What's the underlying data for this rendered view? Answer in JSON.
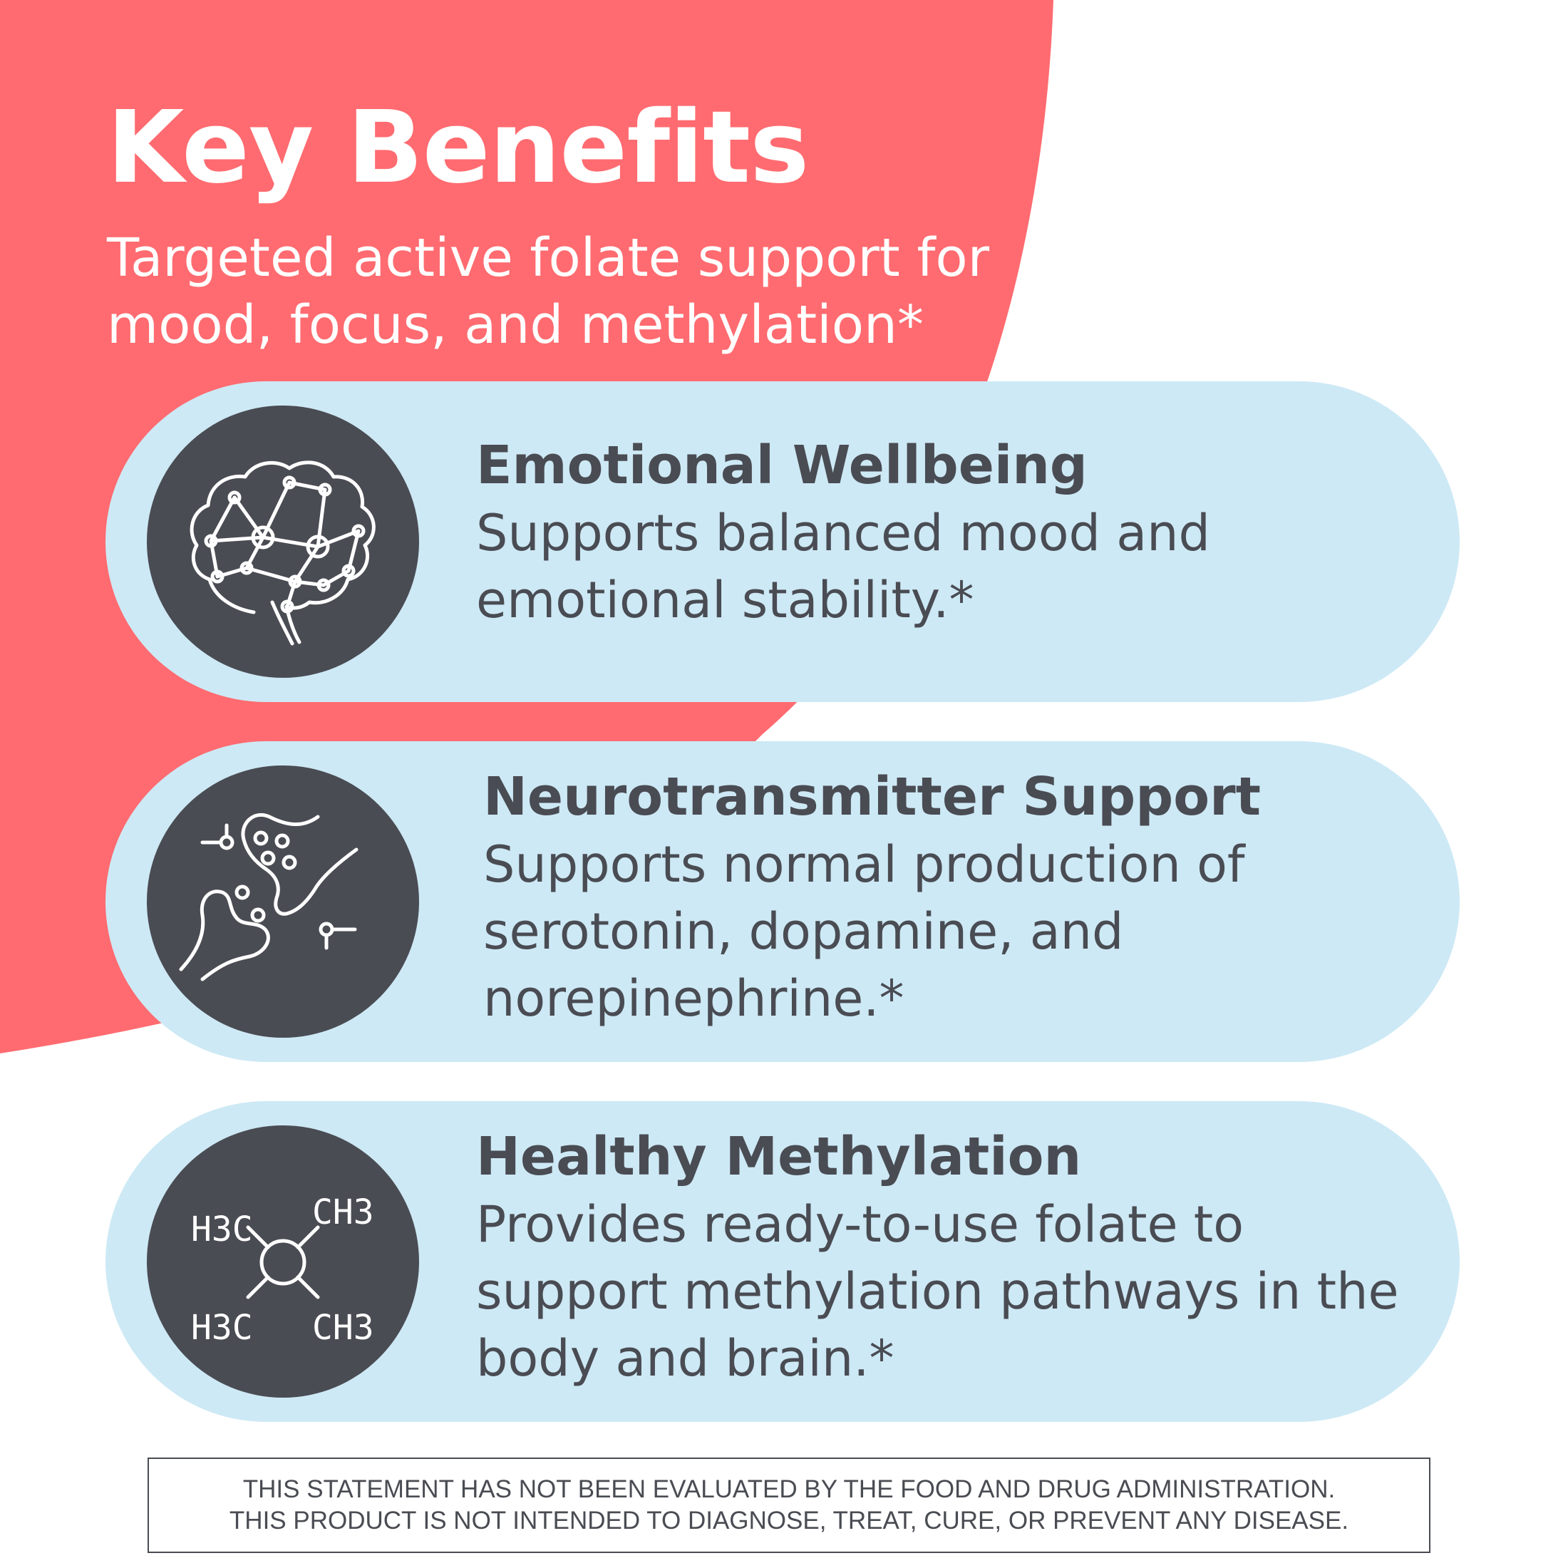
{
  "header": {
    "title": "Key Benefits",
    "subtitle": "Targeted active folate support for mood, focus, and methylation*"
  },
  "colors": {
    "coral": "#ff6b70",
    "card": "#cde9f5",
    "dark": "#4a4c53",
    "white": "#ffffff"
  },
  "benefits": [
    {
      "icon": "brain-network-icon",
      "heading": "Emotional Wellbeing",
      "body": "Supports balanced mood and emotional stability.*"
    },
    {
      "icon": "synapse-icon",
      "heading": "Neurotransmitter Support",
      "body": "Supports normal production of serotonin, dopamine, and norepinephrine.*"
    },
    {
      "icon": "methyl-molecule-icon",
      "heading": "Healthy Methylation",
      "body": "Provides ready-to-use folate to support methylation pathways in the body and brain.*"
    }
  ],
  "molecule": {
    "top_left": "H3C",
    "top_right": "CH3",
    "bottom_left": "H3C",
    "bottom_right": "CH3"
  },
  "disclaimer": {
    "line1": "THIS STATEMENT HAS NOT BEEN EVALUATED BY THE FOOD AND DRUG ADMINISTRATION.",
    "line2": "THIS PRODUCT IS NOT INTENDED TO DIAGNOSE, TREAT, CURE, OR PREVENT ANY DISEASE."
  }
}
